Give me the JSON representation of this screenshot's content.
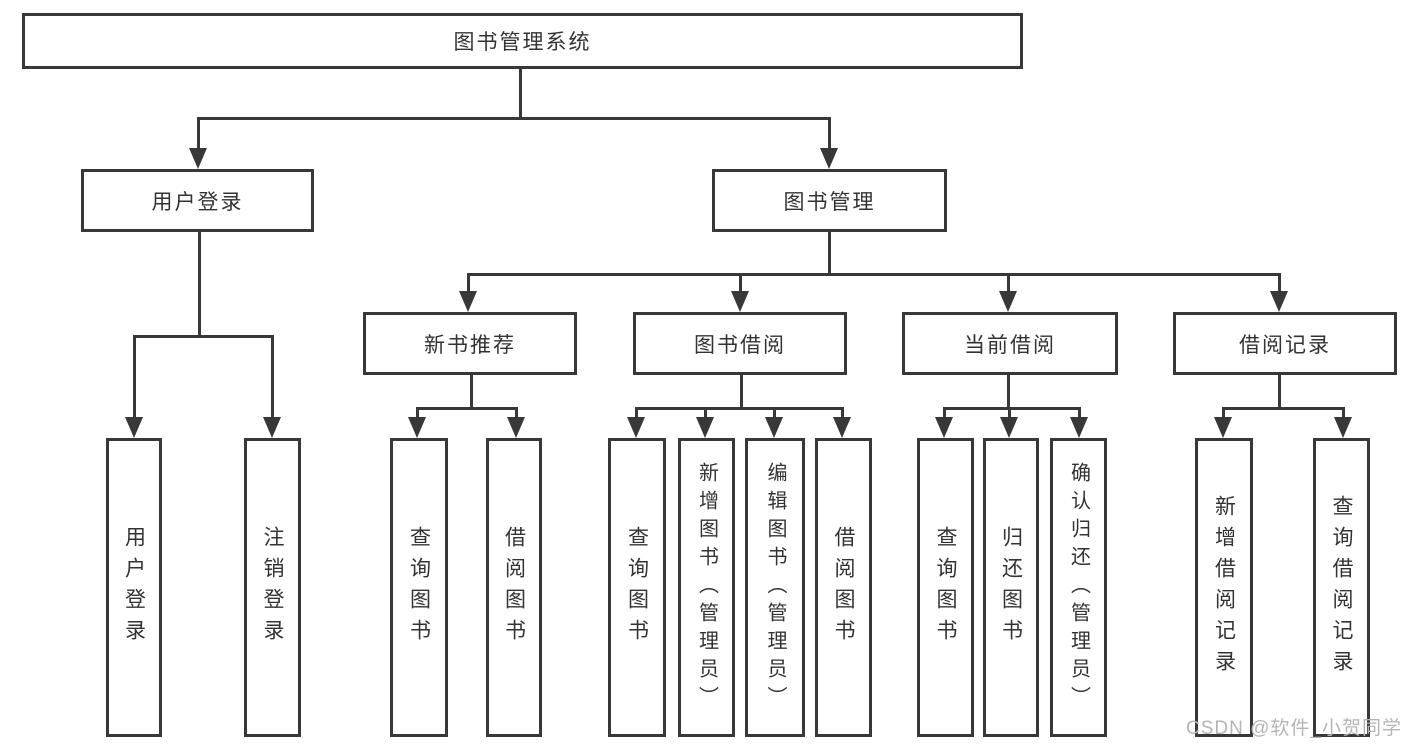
{
  "tree": {
    "label": "图书管理系统",
    "children": [
      {
        "label": "用户登录",
        "children": [
          {
            "label": "用户登录"
          },
          {
            "label": "注销登录"
          }
        ]
      },
      {
        "label": "图书管理",
        "children": [
          {
            "label": "新书推荐",
            "children": [
              {
                "label": "查询图书"
              },
              {
                "label": "借阅图书"
              }
            ]
          },
          {
            "label": "图书借阅",
            "children": [
              {
                "label": "查询图书"
              },
              {
                "label": "新增图书（管理员）"
              },
              {
                "label": "编辑图书（管理员）"
              },
              {
                "label": "借阅图书"
              }
            ]
          },
          {
            "label": "当前借阅",
            "children": [
              {
                "label": "查询图书"
              },
              {
                "label": "归还图书"
              },
              {
                "label": "确认归还（管理员）"
              }
            ]
          },
          {
            "label": "借阅记录",
            "children": [
              {
                "label": "新增借阅记录"
              },
              {
                "label": "查询借阅记录"
              }
            ]
          }
        ]
      }
    ]
  },
  "watermark": {
    "text": "CSDN @软件_小贺同学"
  },
  "colors": {
    "line": "#383838",
    "box_border": "#383838",
    "text": "#333333",
    "watermark": "#b5b5b5",
    "background": "#ffffff"
  }
}
